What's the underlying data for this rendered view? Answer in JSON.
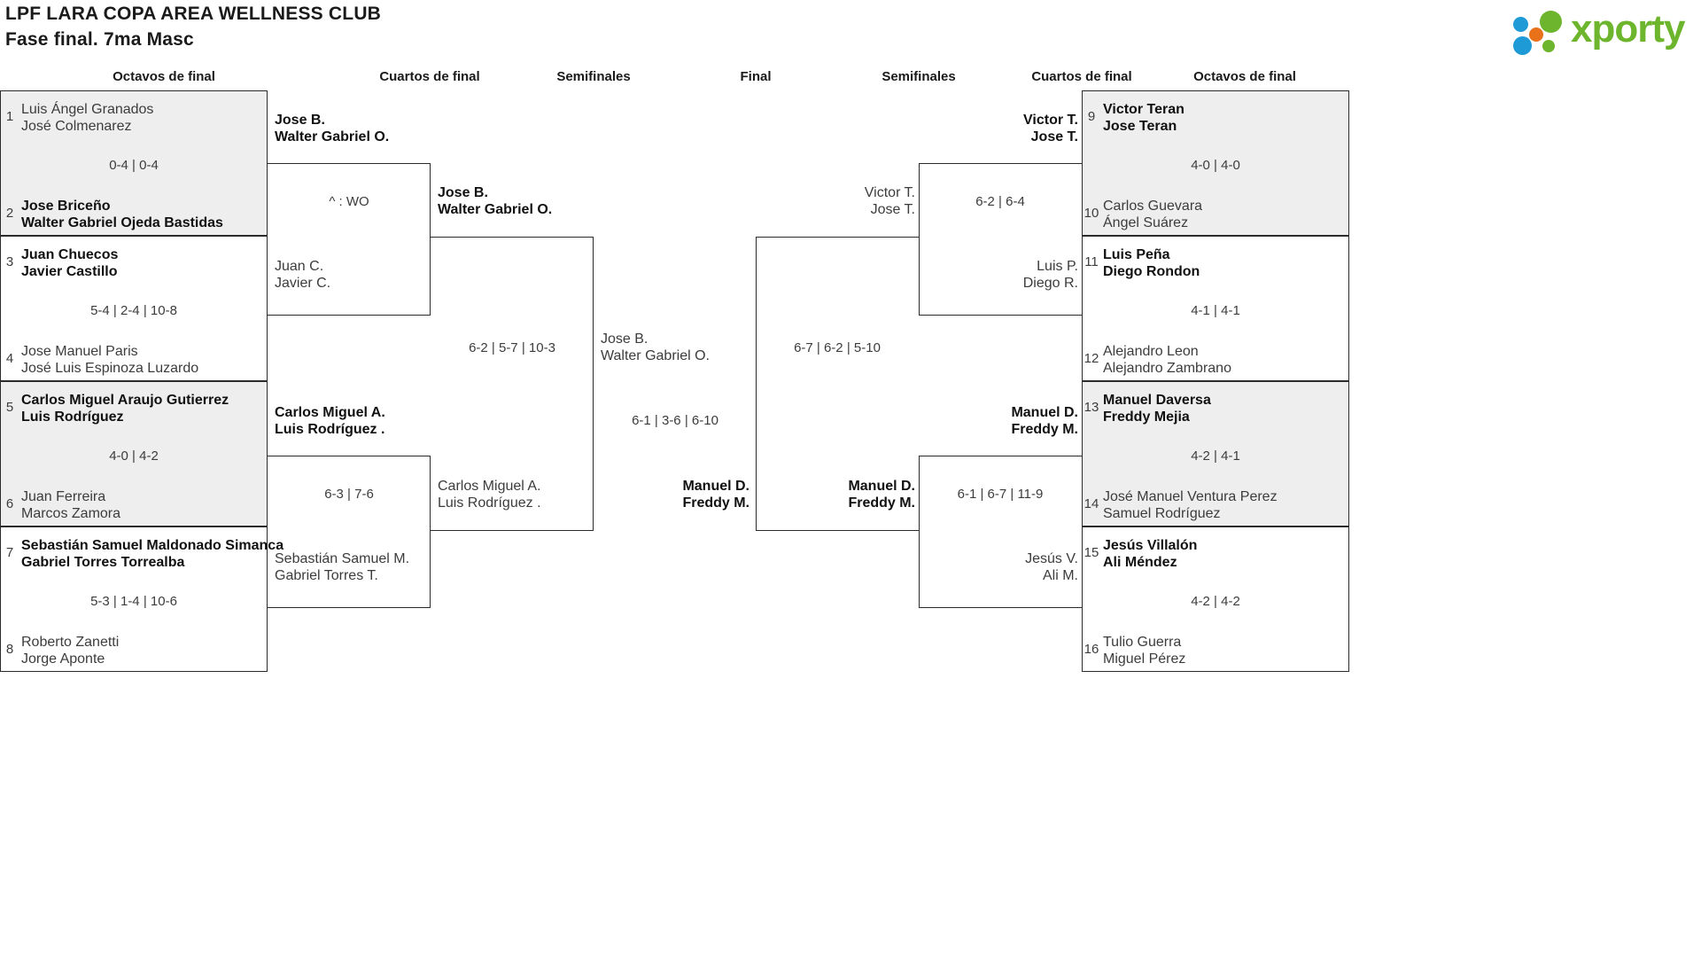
{
  "header": {
    "title": "LPF LARA COPA AREA WELLNESS CLUB",
    "subtitle": "Fase final. 7ma Masc",
    "logo_text": "xporty",
    "logo_colors": {
      "green": "#6cb52d",
      "blue": "#1e9ad6",
      "orange": "#e8711a"
    }
  },
  "round_headings": {
    "r16_left": "Octavos de final",
    "qf_left": "Cuartos de final",
    "sf_left": "Semifinales",
    "final": "Final",
    "sf_right": "Semifinales",
    "qf_right": "Cuartos de final",
    "r16_right": "Octavos de final"
  },
  "r16_left": [
    {
      "score": "0-4 | 0-4",
      "shaded": true,
      "top": {
        "seed": "1",
        "p1": "Luis Ángel Granados",
        "p2": "José Colmenarez",
        "winner": false
      },
      "bottom": {
        "seed": "2",
        "p1": "Jose Briceño",
        "p2": "Walter Gabriel Ojeda Bastidas",
        "winner": true
      }
    },
    {
      "score": "5-4 | 2-4 | 10-8",
      "shaded": false,
      "top": {
        "seed": "3",
        "p1": "Juan Chuecos",
        "p2": "Javier Castillo",
        "winner": true
      },
      "bottom": {
        "seed": "4",
        "p1": "Jose Manuel Paris",
        "p2": "José Luis Espinoza Luzardo",
        "winner": false
      }
    },
    {
      "score": "4-0 | 4-2",
      "shaded": true,
      "top": {
        "seed": "5",
        "p1": "Carlos Miguel Araujo Gutierrez",
        "p2": "Luis Rodríguez",
        "winner": true
      },
      "bottom": {
        "seed": "6",
        "p1": "Juan Ferreira",
        "p2": "Marcos Zamora",
        "winner": false
      }
    },
    {
      "score": "5-3 | 1-4 | 10-6",
      "shaded": false,
      "top": {
        "seed": "7",
        "p1": "Sebastián Samuel Maldonado Simanca",
        "p2": "Gabriel Torres Torrealba",
        "winner": true
      },
      "bottom": {
        "seed": "8",
        "p1": "Roberto Zanetti",
        "p2": "Jorge Aponte",
        "winner": false
      }
    }
  ],
  "qf_left": [
    {
      "score": "^ : WO",
      "top": {
        "p1": "Jose B.",
        "p2": "Walter Gabriel O.",
        "winner": true
      },
      "bottom": {
        "p1": "Juan C.",
        "p2": "Javier C.",
        "winner": false
      }
    },
    {
      "score": "6-3 | 7-6",
      "top": {
        "p1": "Carlos Miguel A.",
        "p2": "Luis Rodríguez .",
        "winner": true
      },
      "bottom": {
        "p1": "Sebastián Samuel M.",
        "p2": "Gabriel Torres T.",
        "winner": false
      }
    }
  ],
  "sf_left": [
    {
      "score": "6-2 | 5-7 | 10-3",
      "top": {
        "p1": "Jose B.",
        "p2": "Walter Gabriel O.",
        "winner": true
      },
      "bottom": {
        "p1": "Carlos Miguel A.",
        "p2": "Luis Rodríguez .",
        "winner": false
      }
    }
  ],
  "final": {
    "score": "6-1 | 3-6 | 6-10",
    "left": {
      "p1": "Jose B.",
      "p2": "Walter Gabriel O.",
      "winner": false
    },
    "right": {
      "p1": "Manuel D.",
      "p2": "Freddy M.",
      "winner": true
    }
  },
  "sf_right": [
    {
      "score": "6-7 | 6-2 | 5-10",
      "top": {
        "p1": "Victor T.",
        "p2": "Jose T.",
        "winner": false
      },
      "bottom": {
        "p1": "Manuel D.",
        "p2": "Freddy M.",
        "winner": true
      }
    }
  ],
  "qf_right": [
    {
      "score": "6-2 | 6-4",
      "top": {
        "p1": "Victor T.",
        "p2": "Jose T.",
        "winner": true
      },
      "bottom": {
        "p1": "Luis P.",
        "p2": "Diego R.",
        "winner": false
      }
    },
    {
      "score": "6-1 | 6-7 | 11-9",
      "top": {
        "p1": "Manuel D.",
        "p2": "Freddy M.",
        "winner": true
      },
      "bottom": {
        "p1": "Jesús V.",
        "p2": "Ali M.",
        "winner": false
      }
    }
  ],
  "r16_right": [
    {
      "score": "4-0 | 4-0",
      "shaded": true,
      "top": {
        "seed": "9",
        "p1": "Victor Teran",
        "p2": "Jose Teran",
        "winner": true
      },
      "bottom": {
        "seed": "10",
        "p1": "Carlos Guevara",
        "p2": "Ángel Suárez",
        "winner": false
      }
    },
    {
      "score": "4-1 | 4-1",
      "shaded": false,
      "top": {
        "seed": "11",
        "p1": "Luis Peña",
        "p2": "Diego Rondon",
        "winner": true
      },
      "bottom": {
        "seed": "12",
        "p1": "Alejandro Leon",
        "p2": "Alejandro Zambrano",
        "winner": false
      }
    },
    {
      "score": "4-2 | 4-1",
      "shaded": true,
      "top": {
        "seed": "13",
        "p1": "Manuel Daversa",
        "p2": "Freddy Mejia",
        "winner": true
      },
      "bottom": {
        "seed": "14",
        "p1": "José Manuel Ventura Perez",
        "p2": "Samuel Rodríguez",
        "winner": false
      }
    },
    {
      "score": "4-2 | 4-2",
      "shaded": false,
      "top": {
        "seed": "15",
        "p1": "Jesús Villalón",
        "p2": "Ali Méndez",
        "winner": true
      },
      "bottom": {
        "seed": "16",
        "p1": "Tulio Guerra",
        "p2": "Miguel Pérez",
        "winner": false
      }
    }
  ]
}
